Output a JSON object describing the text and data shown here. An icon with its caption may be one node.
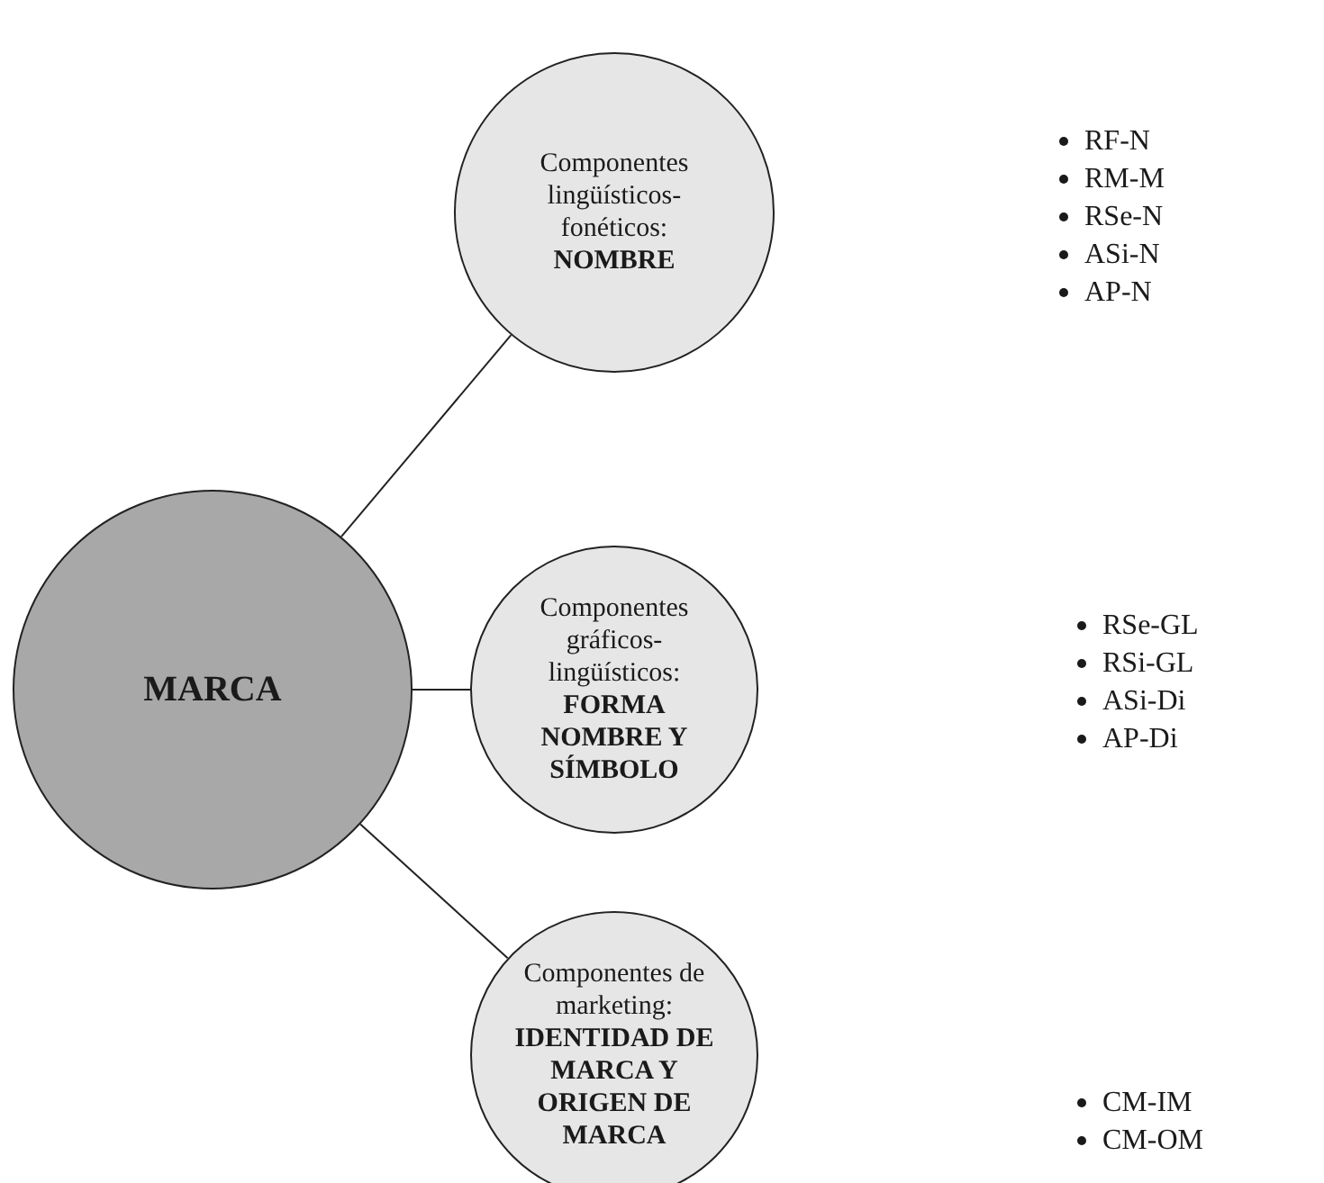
{
  "diagram": {
    "nodes": [
      {
        "text": [
          "MARCA"
        ]
      },
      {
        "text": [
          "Componentes lingüísticos-fonéticos:",
          "NOMBRE"
        ]
      },
      {
        "text": [
          "Componentes gráficos-lingüísticos:",
          "FORMA NOMBRE Y SÍMBOLO"
        ]
      },
      {
        "text": [
          "Componentes de marketing:",
          "IDENTIDAD DE MARCA Y ORIGEN DE MARCA"
        ]
      }
    ],
    "edges": [
      {
        "from": 0,
        "to": 1,
        "arrow": "none"
      },
      {
        "from": 0,
        "to": 2,
        "arrow": "none"
      },
      {
        "from": 0,
        "to": 3,
        "arrow": "none"
      }
    ],
    "labels": [
      "RF-N",
      "RM-M",
      "RSe-N",
      "ASi-N",
      "AP-N",
      "RSe-GL",
      "RSi-GL",
      "ASi-Di",
      "AP-Di",
      "CM-IM",
      "CM-OM"
    ]
  }
}
